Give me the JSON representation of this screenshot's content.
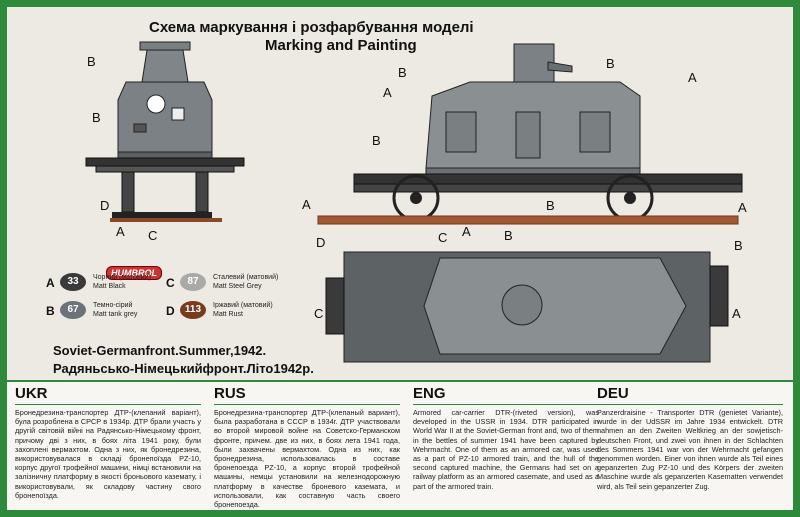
{
  "header": {
    "title_uk": "Схема маркування і розфарбування моделі",
    "title_en": "Marking and Painting"
  },
  "callouts": {
    "a": "A",
    "b": "B",
    "c": "C",
    "d": "D"
  },
  "humbrol": "HUMBROL",
  "palette": [
    {
      "letter": "A",
      "code": "33",
      "color": "#3a3a3a",
      "name_uk": "Чорний (матовий)",
      "name_en": "Matt Black"
    },
    {
      "letter": "B",
      "code": "67",
      "color": "#6c7378",
      "name_uk": "Темно-сірий",
      "name_en": "Matt tank grey"
    },
    {
      "letter": "C",
      "code": "87",
      "color": "#a9aaa8",
      "name_uk": "Сталевий (матовий)",
      "name_en": "Matt Steel Grey"
    },
    {
      "letter": "D",
      "code": "113",
      "color": "#7a3a1e",
      "name_uk": "Іржавий (матовий)",
      "name_en": "Matt Rust"
    }
  ],
  "front": {
    "en": "Soviet-Germanfront.Summer,1942.",
    "uk": "Радяньсько-Німецькийфронт.Літо1942р."
  },
  "columns": [
    {
      "lang": "UKR",
      "text": "Бронедрезина-транспортер ДТР-(клепаний варіант), була розроблена в СРСР в 1934р. ДТР брали участь у другій світовій війні на Радянсько-Німецькому фронт, причому дві з них, в боях літа 1941 року, були захоплені вермахтом. Одна з них, як бронедрезина, використовувалася в складі бронепоїзда PZ-10, корпус другої трофейної машини, німці встановили на залізничну платформу в якості броньового каземату, і використовували, як складову частину свого бронепоїзда."
    },
    {
      "lang": "RUS",
      "text": "Бронедрезина-транспортер ДТР-(клепаный вариант), была разработана в СССР в 1934г. ДТР участвовали во второй мировой войне на Советско-Германском фронте, причем. две из них, в боях лета 1941 года, были захвачены вермахтом. Одна из них, как бронедрезина, использовалась в составе бронепоезда PZ-10, а корпус второй трофейной машины, немцы установили на железнодорожную платформу в качестве броневого каземата, и использовали, как составную часть своего бронепоезда."
    },
    {
      "lang": "ENG",
      "text": "Armored car-carrier DTR-(riveted version), was developed in the USSR in 1934. DTR participated in World War II at the Soviet-German front and, two of them in the bettles of summer 1941 have been captured by Wehrmacht. One of them as an armored car, was used as a part of PZ-10 armored train, and the hull of the second captured machine, the Germans had set on a railway platform as an armored casemate, and used as a part of the armored train."
    },
    {
      "lang": "DEU",
      "text": "Panzerdraisine - Transporter DTR (genietet Variante), wurde in der UdSSR im Jahre 1934 entwickelt. DTR nahmen an den Zweiten Weltkrieg an der sowjetisch-deutschen Front, und zwei von ihnen in der Schlachten des Sommers 1941 war von der Wehrmacht gefangen genommen worden. Einer von ihnen wurde als Teil eines gepanzerten Zug PZ-10 und des Körpers der zweiten Maschine wurde als gepanzerten Kasematten verwendet wird, als Teil sein gepanzerter Zug."
    }
  ]
}
